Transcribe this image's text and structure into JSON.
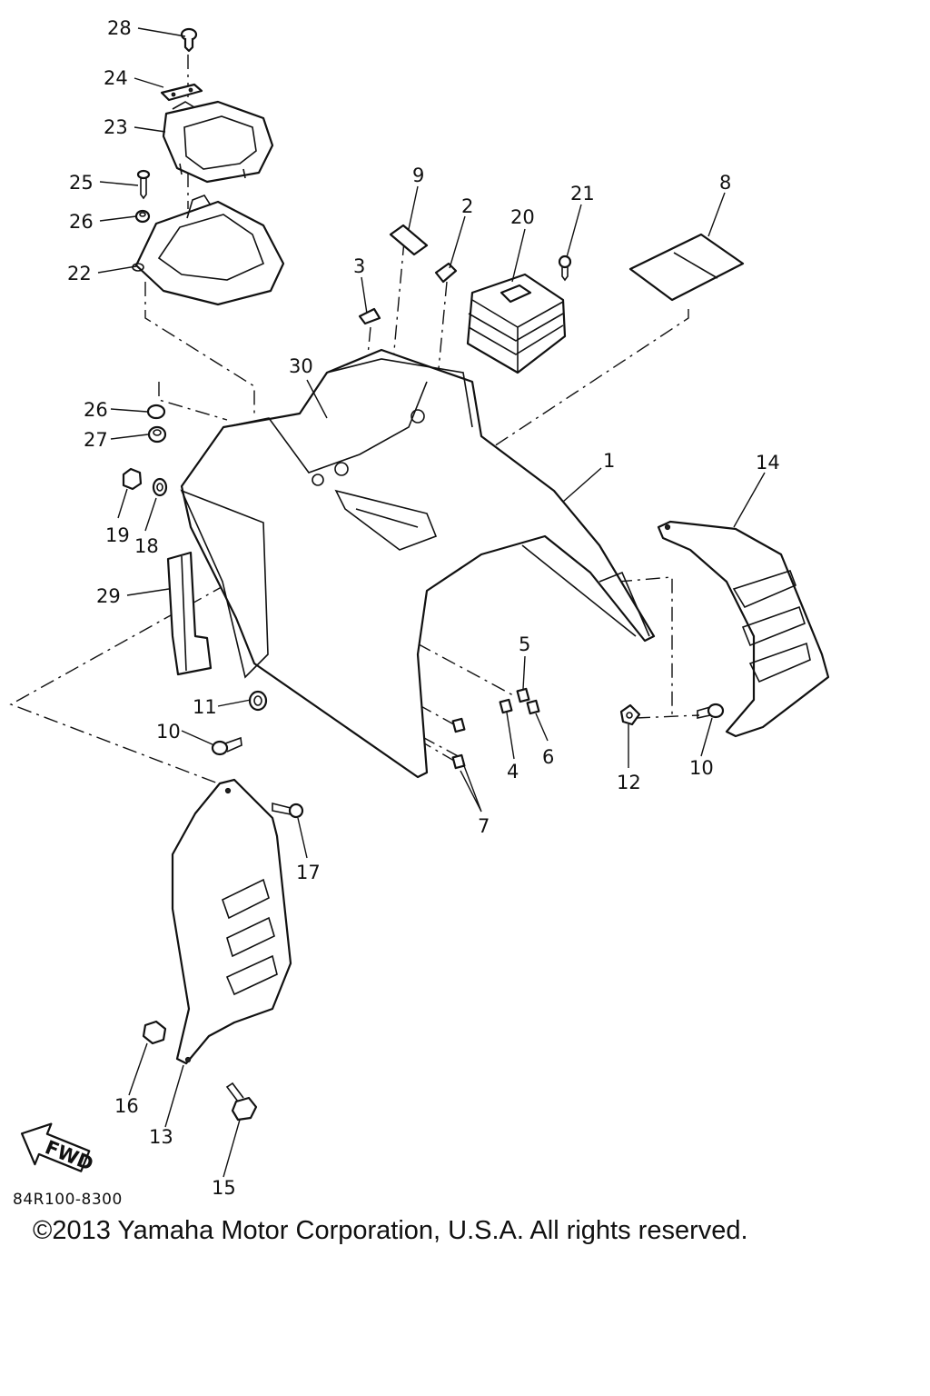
{
  "diagram": {
    "callouts": [
      "28",
      "24",
      "23",
      "25",
      "26",
      "22",
      "9",
      "2",
      "20",
      "21",
      "8",
      "3",
      "30",
      "26",
      "27",
      "19",
      "18",
      "29",
      "1",
      "14",
      "5",
      "4",
      "6",
      "11",
      "10",
      "12",
      "10",
      "7",
      "17",
      "16",
      "13",
      "15"
    ],
    "fwd_label": "FWD",
    "drawing_code": "84R100-8300",
    "copyright": "©2013 Yamaha Motor Corporation, U.S.A. All rights reserved."
  }
}
